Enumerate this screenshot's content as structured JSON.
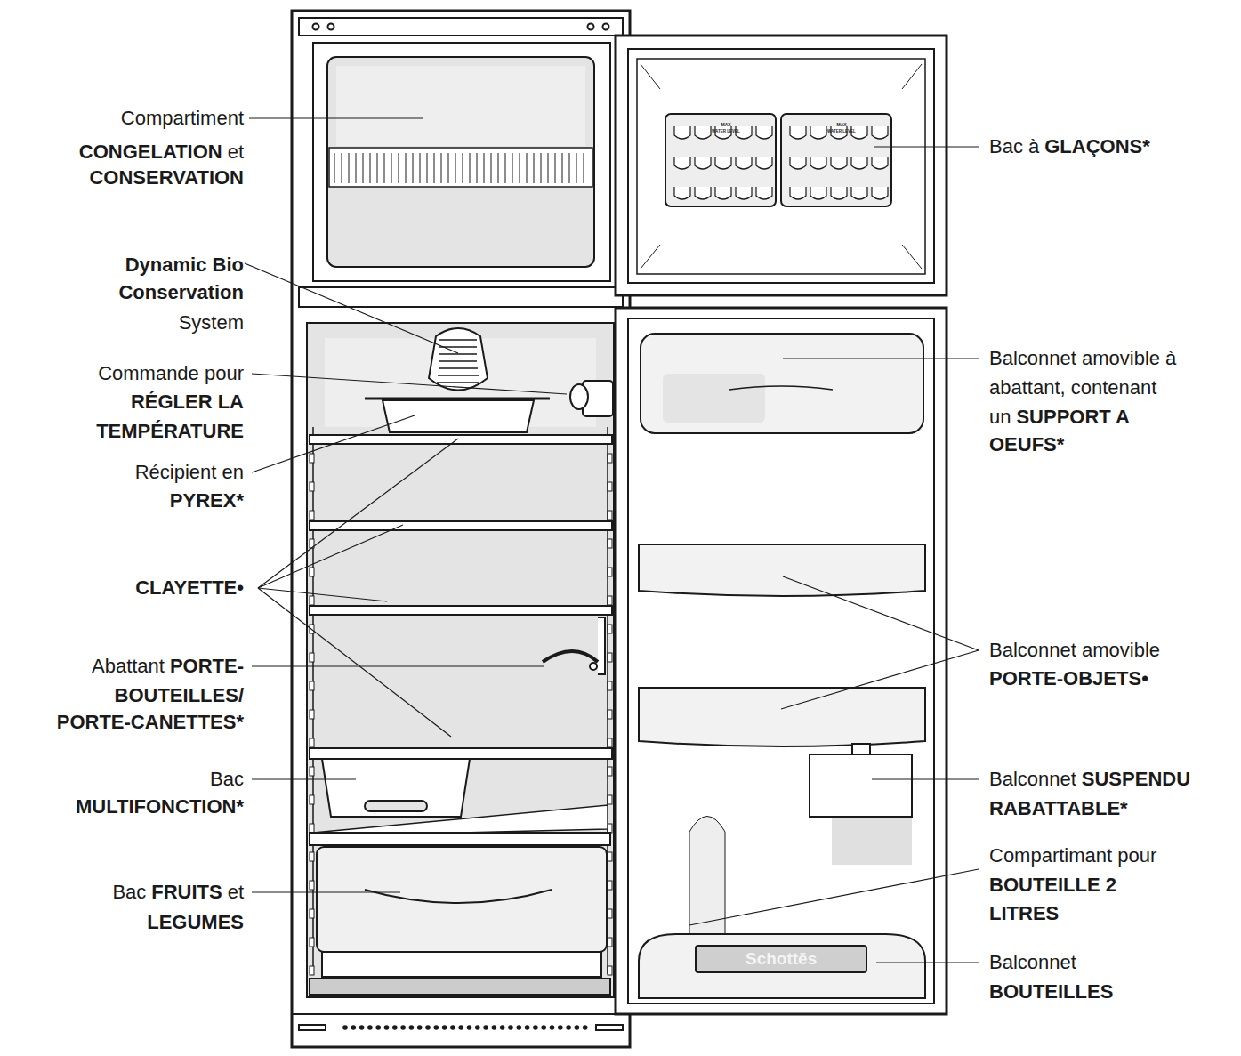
{
  "diagram": {
    "labels": [
      "Compartiment",
      "CONGELATION",
      "et",
      "CONSERVATION",
      "Dynamic Bio",
      "Conservation",
      "System",
      "Commande pour",
      "RÉGLER LA",
      "TEMPÉRATURE",
      "Récipient en",
      "PYREX*",
      "CLAYETTE•",
      "Abattant",
      "PORTE-",
      "BOUTEILLES/",
      "PORTE-CANETTES*",
      "Bac",
      "MULTIFONCTION*",
      "Bac",
      "FRUITS",
      "et",
      "LEGUMES",
      "Bac à",
      "GLAÇONS*",
      "Balconnet amovible à",
      "abattant, contenant",
      "un",
      "SUPPORT A",
      "OEUFS*",
      "Balconnet amovible",
      "PORTE-OBJETS•",
      "Balconnet",
      "SUSPENDU",
      "RABATTABLE*",
      "Compartimant pour",
      "BOUTEILLE 2",
      "LITRES",
      "Balconnet",
      "BOUTEILLES",
      "Schottēs",
      "MAX",
      "WATER LEVEL",
      "MAX",
      "WATER LEVEL"
    ]
  }
}
